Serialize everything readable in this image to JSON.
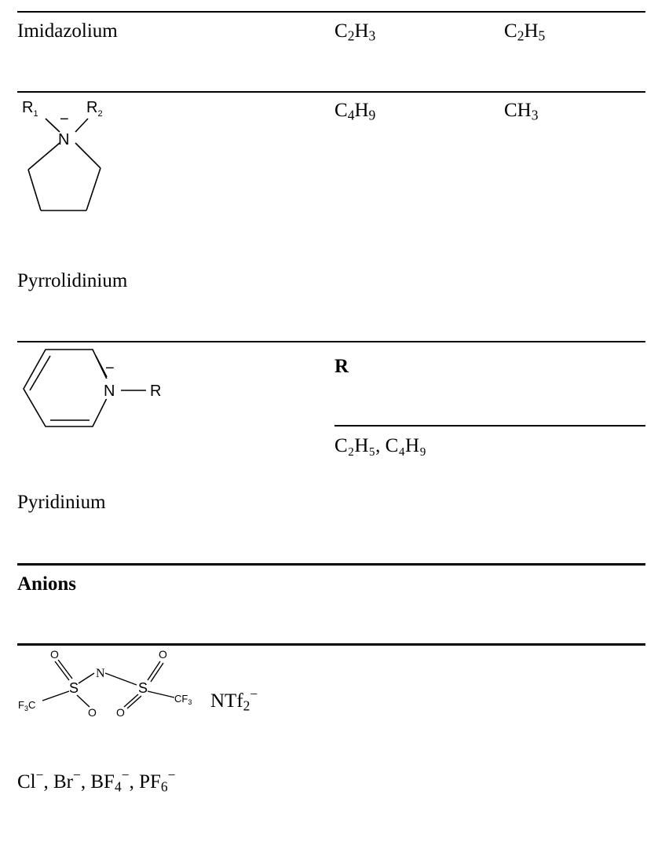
{
  "rows": {
    "imidazolium": {
      "name": "Imidazolium"
    },
    "pyrrolidinium": {
      "name": "Pyrrolidinium",
      "struct": {
        "r1": "R",
        "r1_sub": "1",
        "r2": "R",
        "r2_sub": "2",
        "n": "N",
        "charge": "−"
      }
    },
    "pyridinium": {
      "name": "Pyridinium",
      "header": "R",
      "value": "C₂H₅, C₄H₉",
      "struct": {
        "n": "N",
        "charge": "−",
        "r": "R"
      }
    },
    "anions": {
      "header": "Anions",
      "ntf2_struct": {
        "o": "O",
        "s": "S",
        "n": "N",
        "f3c": "F",
        "f3c_sub": "3",
        "f3c_c": "C",
        "cf3": "CF",
        "cf3_sub": "3"
      },
      "ntf2": {
        "base": "NTf",
        "sub": "2",
        "sup": "−"
      },
      "list": {
        "cl": "Cl",
        "cl_sup": "−",
        "sep1": ", Br",
        "br_sup": "−",
        "sep2": ", BF",
        "bf_sub": "4",
        "bf_sup": "−",
        "sep3": ", PF",
        "pf_sub": "6",
        "pf_sup": "−"
      }
    }
  },
  "substituents": {
    "r1_imid": {
      "a": "C",
      "as": "2",
      "b": "H",
      "bs": "3"
    },
    "r2_imid": {
      "a": "C",
      "as": "2",
      "b": "H",
      "bs": "5"
    },
    "r1_pyrr": {
      "a": "C",
      "as": "4",
      "b": "H",
      "bs": "9"
    },
    "r2_pyrr": {
      "a": "CH",
      "as": "3"
    }
  }
}
